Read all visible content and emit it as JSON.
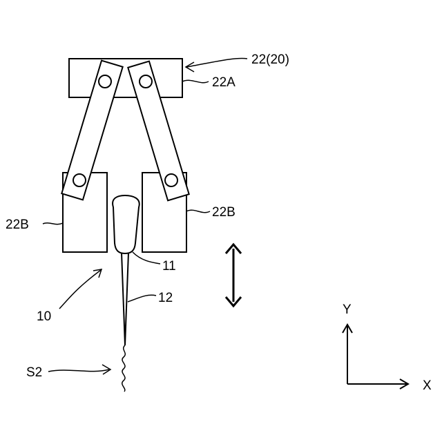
{
  "labels": {
    "gripper": "22(20)",
    "base_plate": "22A",
    "finger_left": "22B",
    "finger_right": "22B",
    "tool": "10",
    "tool_head": "11",
    "tool_needle": "12",
    "sample": "S2"
  },
  "axes": {
    "x": "X",
    "y": "Y"
  }
}
